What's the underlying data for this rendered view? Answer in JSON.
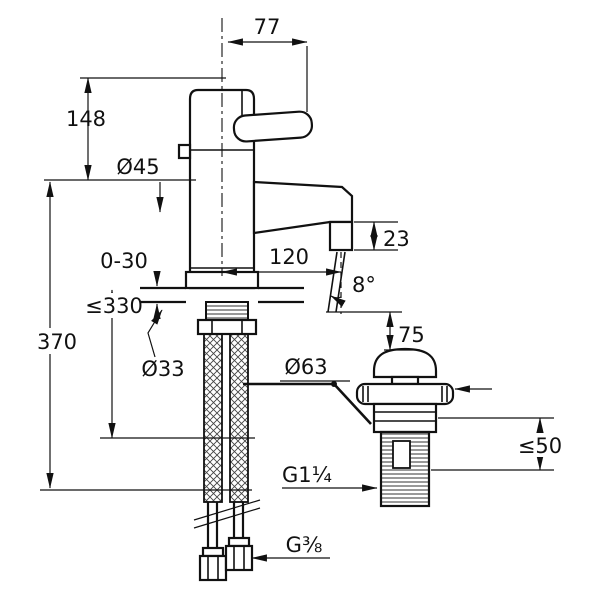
{
  "meta": {
    "background_color": "#ffffff",
    "line_color": "#111111"
  },
  "dims": {
    "lever_projection": "77",
    "height_above_deck": "148",
    "body_diameter": "Ø45",
    "deck_thickness_range": "0-30",
    "hose_length_max": "≤330",
    "overall_height": "370",
    "mounting_hole_diameter": "Ø33",
    "spout_reach": "120",
    "outlet_height": "23",
    "spray_angle": "8°",
    "outlet_clearance": "75",
    "waste_cap_diameter": "Ø63",
    "waste_mount_max": "≤50",
    "waste_thread": "G1¼",
    "supply_thread": "G⅜"
  }
}
